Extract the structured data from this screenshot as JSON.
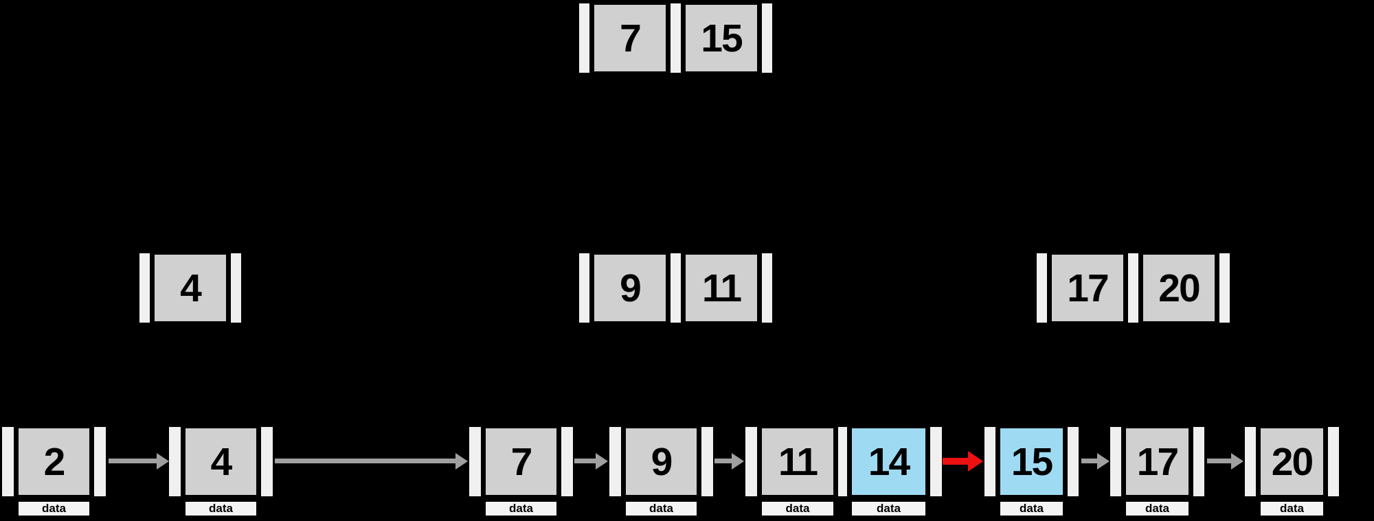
{
  "tree": {
    "root": {
      "keys": [
        "7",
        "15"
      ]
    },
    "internal_nodes": [
      {
        "keys": [
          "4"
        ]
      },
      {
        "keys": [
          "9",
          "11"
        ]
      },
      {
        "keys": [
          "17",
          "20"
        ]
      }
    ],
    "leaves": [
      {
        "keys": [
          "2"
        ],
        "data_labels": [
          "data"
        ]
      },
      {
        "keys": [
          "4"
        ],
        "data_labels": [
          "data"
        ]
      },
      {
        "keys": [
          "7"
        ],
        "data_labels": [
          "data"
        ]
      },
      {
        "keys": [
          "9"
        ],
        "data_labels": [
          "data"
        ]
      },
      {
        "keys": [
          "11",
          "14"
        ],
        "data_labels": [
          "data",
          "data"
        ],
        "highlighted_keys": [
          "14"
        ]
      },
      {
        "keys": [
          "15"
        ],
        "data_labels": [
          "data"
        ],
        "highlighted_keys": [
          "15"
        ]
      },
      {
        "keys": [
          "17"
        ],
        "data_labels": [
          "data"
        ]
      },
      {
        "keys": [
          "20"
        ],
        "data_labels": [
          "data"
        ]
      }
    ],
    "leaf_chain_order": [
      "2",
      "4",
      "7",
      "9",
      "11",
      "14",
      "15",
      "17",
      "20"
    ]
  },
  "colors": {
    "background": "#000000",
    "key_fill": "#d0d0d0",
    "pointer_slot_fill": "#f0f0f0",
    "highlight_fill": "#9fdaf3",
    "data_box_fill": "#f4f4f4",
    "arrow": "#a0a0a0",
    "highlight_arrow": "#ee1111",
    "text": "#000000"
  }
}
